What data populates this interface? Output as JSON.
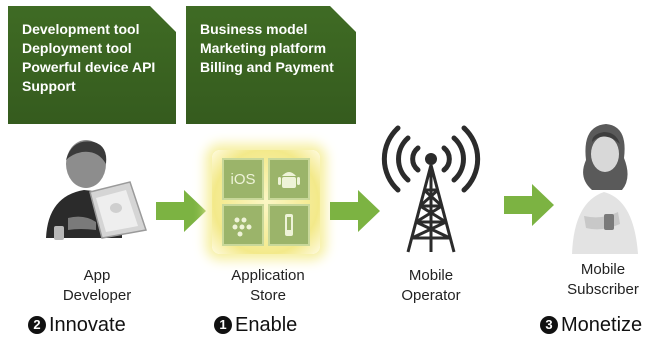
{
  "notes": [
    {
      "lines": [
        "Development tool",
        "Deployment tool",
        "Powerful device API",
        "Support"
      ]
    },
    {
      "lines": [
        "Business model",
        "Marketing platform",
        "Billing and Payment"
      ]
    }
  ],
  "store_tiles": [
    "iOS"
  ],
  "actors": [
    {
      "label_line1": "App",
      "label_line2": "Developer"
    },
    {
      "label_line1": "Application",
      "label_line2": "Store"
    },
    {
      "label_line1": "Mobile",
      "label_line2": "Operator"
    },
    {
      "label_line1": "Mobile",
      "label_line2": "Subscriber"
    }
  ],
  "steps": [
    {
      "number": "2",
      "text": "Innovate"
    },
    {
      "number": "1",
      "text": "Enable"
    },
    {
      "number": "3",
      "text": "Monetize"
    }
  ],
  "colors": {
    "note_green": "#3f6b24",
    "arrow_green": "#7cb342",
    "store_glow": "#f3e98a",
    "tile_green": "#9bb46a"
  }
}
